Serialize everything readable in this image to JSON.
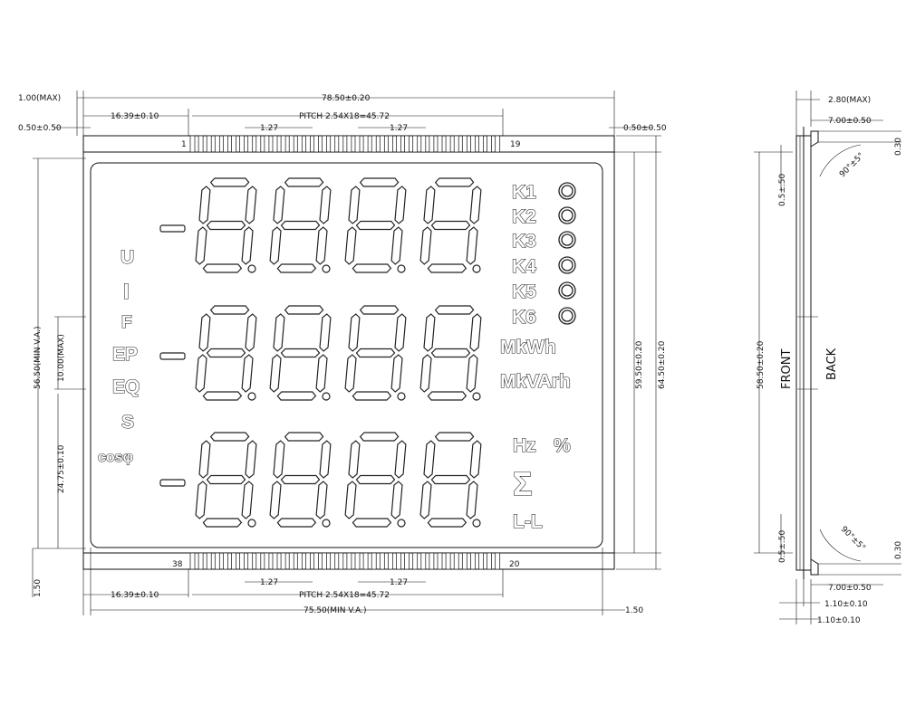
{
  "dims": {
    "top_thickness": "1.00(MAX)",
    "overall_width": "78.50±0.20",
    "pin_offset_top": "16.39±0.10",
    "pitch_top": "PITCH 2.54X18=45.72",
    "edge_left": "0.50±0.50",
    "edge_right": "0.50±0.50",
    "pin_pitch_a": "1.27",
    "pin_pitch_b": "1.27",
    "pin_first": "1",
    "pin_19": "19",
    "pin_38": "38",
    "pin_20": "20",
    "height_va": "56.50(MIN V.A.)",
    "digit_height": "10.00(MAX)",
    "bottom_offset": "24.75±0.10",
    "bottom_margin_left": "1.50",
    "height_inner": "59.50±0.20",
    "height_outer": "64.50±0.20",
    "pin_offset_bottom": "16.39±0.10",
    "pitch_bottom": "PITCH 2.54X18=45.72",
    "width_va": "75.50(MIN V.A.)",
    "bottom_margin_right": "1.50"
  },
  "side": {
    "thickness": "2.80(MAX)",
    "pin_len_top": "7.00±0.50",
    "angle_top": "90°±5°",
    "offset_top": "0.5±.50",
    "clearance_top": "0.30",
    "height": "58.50±0.20",
    "front": "FRONT",
    "back": "BACK",
    "offset_bottom": "0.5±.50",
    "angle_bottom": "90°±5°",
    "clearance_bottom": "0.30",
    "pin_len_bottom": "7.00±0.50",
    "lead_a": "1.10±0.10",
    "lead_b": "1.10±0.10"
  },
  "lcd": {
    "left_labels": [
      "U",
      "I",
      "F",
      "EP",
      "EQ",
      "S",
      "cosφ"
    ],
    "k_labels": [
      "K1",
      "K2",
      "K3",
      "K4",
      "K5",
      "K6"
    ],
    "unit_mkwh": "MkWh",
    "unit_mkvarh": "MkVArh",
    "unit_hz": "Hz",
    "unit_pct": "%",
    "unit_sigma": "Σ",
    "unit_ll": "L-L"
  }
}
